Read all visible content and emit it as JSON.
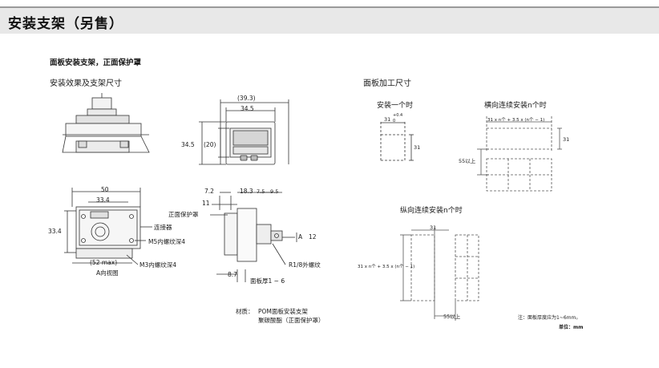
{
  "header": {
    "title": "安装支架（另售）"
  },
  "section_title": "面板安装支架，正面保护罩",
  "left_panel": {
    "heading": "安装效果及支架尺寸",
    "front_dims": {
      "overall": "(39.3)",
      "width": "34.5",
      "height": "34.5",
      "inner": "(20)"
    },
    "rear_view": {
      "width": "50",
      "inner": "33.4",
      "height": "33.4",
      "max": "(52 max)",
      "caption": "A向视图",
      "connector": "连接器",
      "m5": "M5内螺纹深4",
      "m3": "M3内螺纹深4"
    },
    "side_view": {
      "d72": "7.2",
      "d183": "18.3",
      "d75": "7.5",
      "d95": "9.5",
      "d11": "11",
      "front_cover": "正面保护罩",
      "arrow_a": "A",
      "d12": "12",
      "thread": "R1/8外螺纹",
      "d87": "8.7",
      "panel": "面板厚1 ~ 6"
    },
    "material_label": "材质：",
    "material_1": "POM面板安装支架",
    "material_2": "聚碳酸酯（正面保护罩）"
  },
  "right_panel": {
    "heading": "面板加工尺寸",
    "single": {
      "title": "安装一个时",
      "w": "31",
      "tol": "+0.4",
      "tol0": "0",
      "h": "31"
    },
    "horizontal": {
      "title": "横向连续安装n个时",
      "formula": "31 x n个 + 3.5 x (n个 − 1)",
      "h": "31",
      "pitch": "55以上"
    },
    "vertical": {
      "title": "纵向连续安装n个时",
      "formula": "31 x n个 + 3.5 x (n个 − 1)",
      "w": "31",
      "pitch": "55以上"
    },
    "note": "注：面板厚度应为1~6mm。",
    "unit": "单位：mm"
  },
  "colors": {
    "banner": "#e8e8e8",
    "line": "#333333",
    "dash": "#777777"
  }
}
